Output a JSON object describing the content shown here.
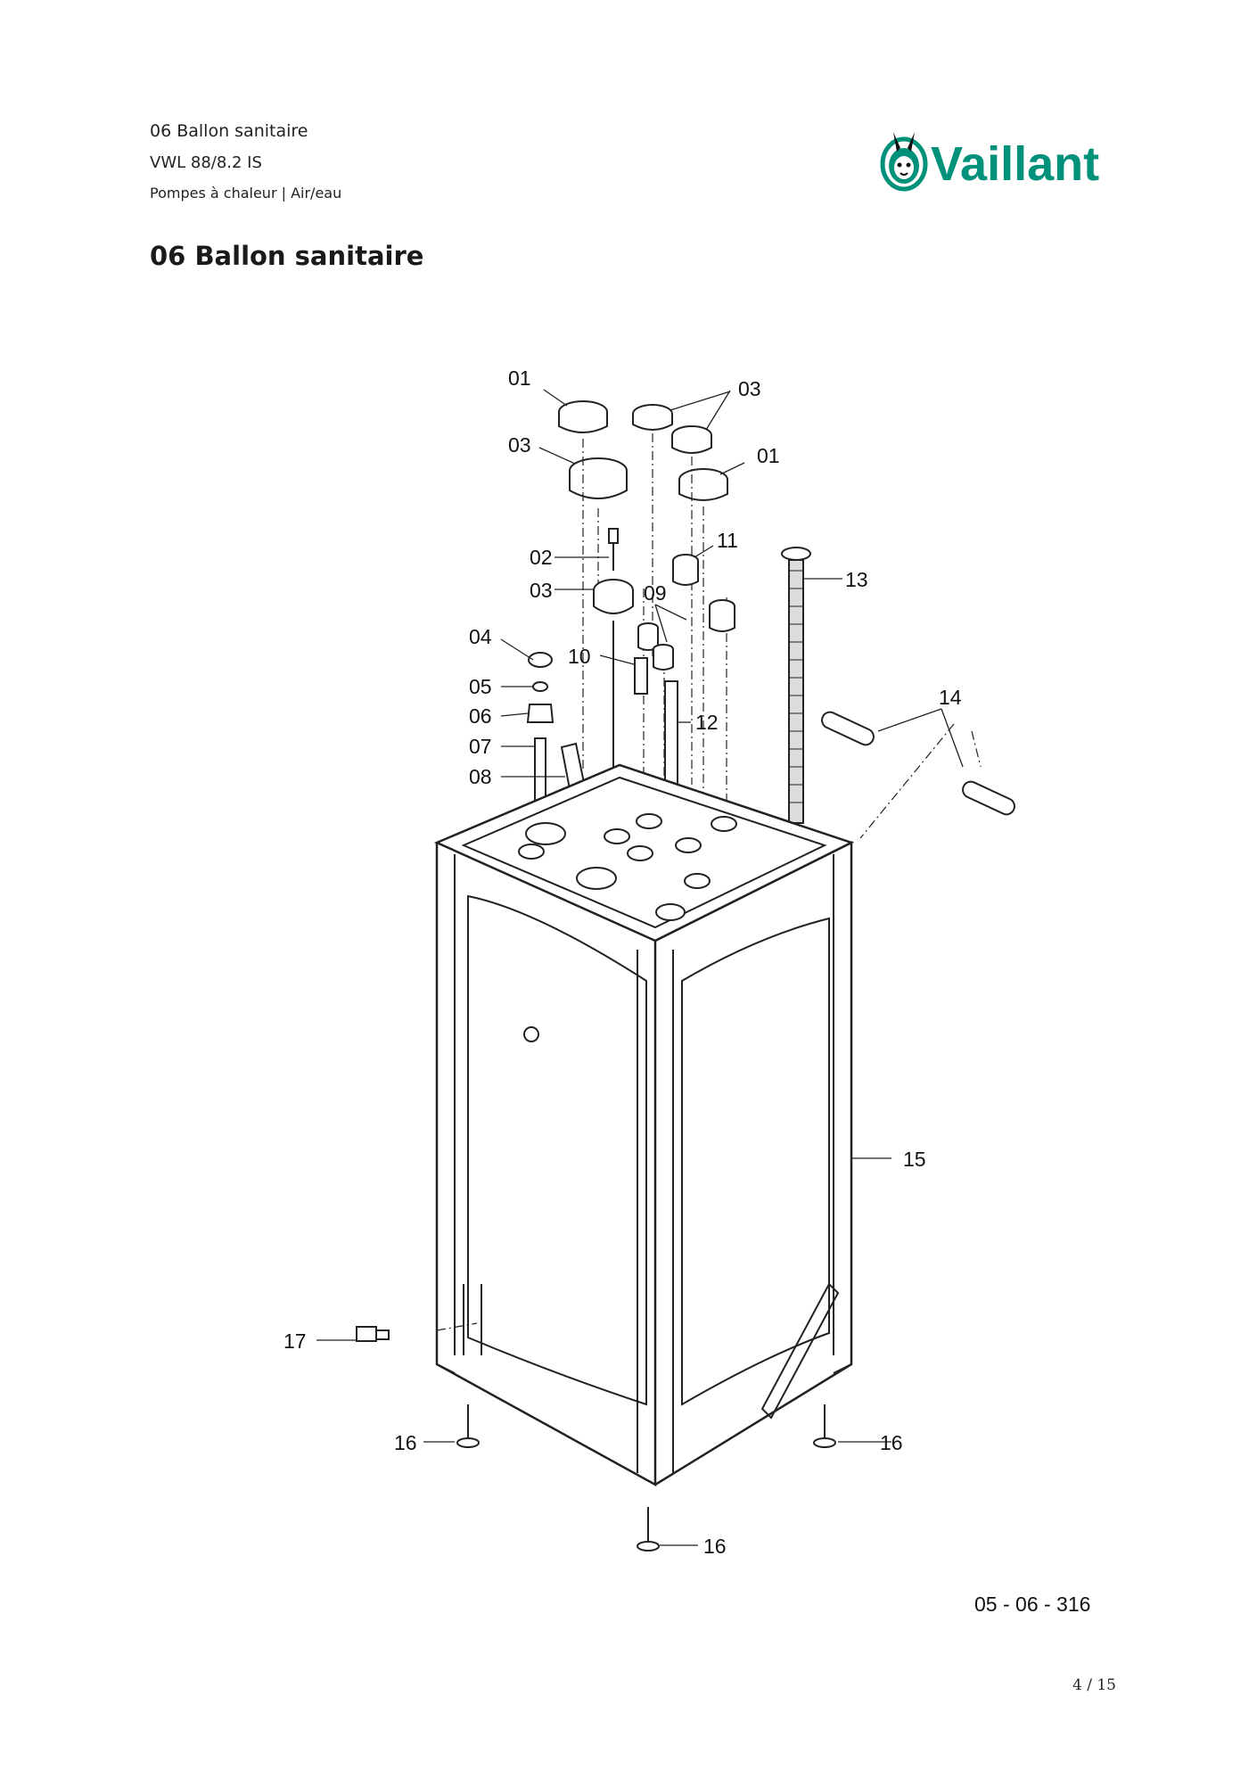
{
  "header": {
    "section": "06 Ballon sanitaire",
    "model": "VWL 88/8.2 IS",
    "category": "Pompes à chaleur | Air/eau"
  },
  "logo": {
    "text": "Vaillant",
    "color": "#00917a",
    "icon": "hare-emblem-icon"
  },
  "title": "06 Ballon sanitaire",
  "diagram": {
    "callouts": [
      "01",
      "03",
      "03",
      "01",
      "02",
      "03",
      "11",
      "13",
      "09",
      "04",
      "10",
      "05",
      "12",
      "06",
      "14",
      "07",
      "08",
      "15",
      "17",
      "16",
      "16",
      "16"
    ]
  },
  "drawing_code": "05 - 06 - 316",
  "page_number": "4 / 15"
}
